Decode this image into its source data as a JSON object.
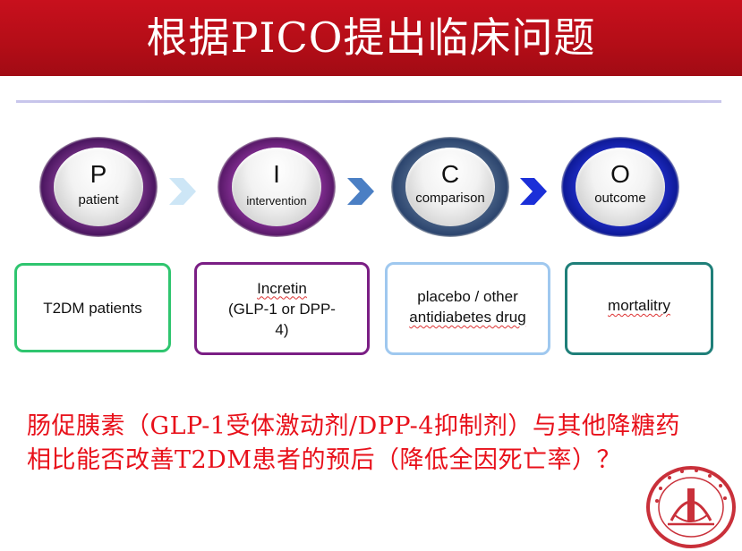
{
  "title": "根据PICO提出临床问题",
  "pico": [
    {
      "letter": "P",
      "word": "patient"
    },
    {
      "letter": "I",
      "word": "intervention"
    },
    {
      "letter": "C",
      "word": "comparison"
    },
    {
      "letter": "O",
      "word": "outcome"
    }
  ],
  "boxes": {
    "patient": "T2DM patients",
    "intervention_line1": "Incretin",
    "intervention_line2": "(GLP-1  or DPP-",
    "intervention_line3": "4)",
    "comparison_line1": "placebo / other",
    "comparison_line2": "antidiabetes drug",
    "outcome": "mortalitry"
  },
  "question": "肠促胰素（GLP-1受体激动剂/DPP-4抑制剂）与其他降糖药相比能否改善T2DM患者的预后（降低全因死亡率）？",
  "colors": {
    "title_bar": "#b30d17",
    "question_text": "#e8101a",
    "box_patient": "#2fc56f",
    "box_intervention": "#7a1e84",
    "box_comparison": "#9fc8ef",
    "box_outcome": "#1f7f79"
  },
  "icons": [
    "chevron-right-icon",
    "university-seal-logo"
  ]
}
